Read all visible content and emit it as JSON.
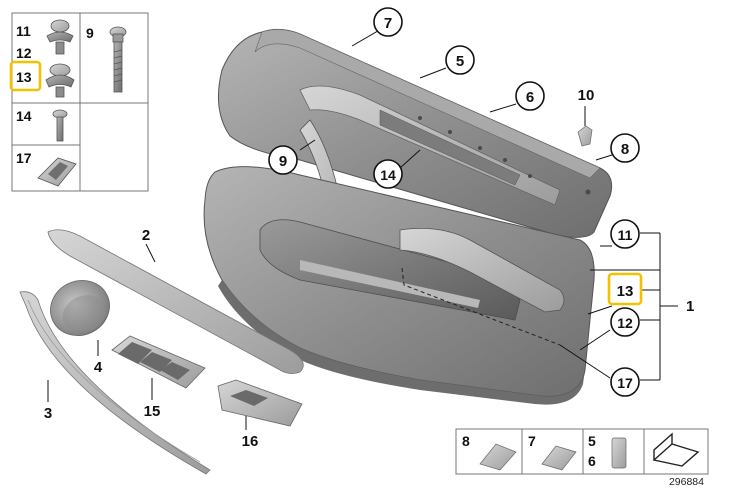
{
  "drawing_number": "296884",
  "highlight_color": "#f2c200",
  "part_color": "#8f8f8f",
  "legend": {
    "labels": [
      "11",
      "12",
      "13",
      "14",
      "17"
    ],
    "bolt_label": "9"
  },
  "callouts": {
    "c1": "1",
    "c2": "2",
    "c3": "3",
    "c4": "4",
    "c5": "5",
    "c6": "6",
    "c7": "7",
    "c8": "8",
    "c9": "9",
    "c10": "10",
    "c11": "11",
    "c12": "12",
    "c13": "13",
    "c14": "14",
    "c15": "15",
    "c16": "16",
    "c17": "17"
  },
  "bottom_legend": {
    "b8": "8",
    "b7": "7",
    "b5": "5",
    "b6": "6"
  },
  "icons": [
    "screw-icon",
    "rivet-icon",
    "clip-icon",
    "expanding-clip-icon",
    "arrow-icon"
  ]
}
